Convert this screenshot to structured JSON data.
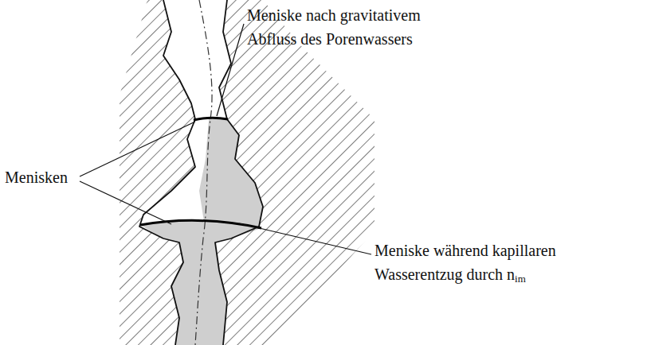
{
  "diagram": {
    "labels": [
      "Meniske nach gravitativem Abfluss des Porenwassers",
      "Menisken",
      "Meniske während kapillaren Wasserentzug durch n",
      "im"
    ]
  }
}
